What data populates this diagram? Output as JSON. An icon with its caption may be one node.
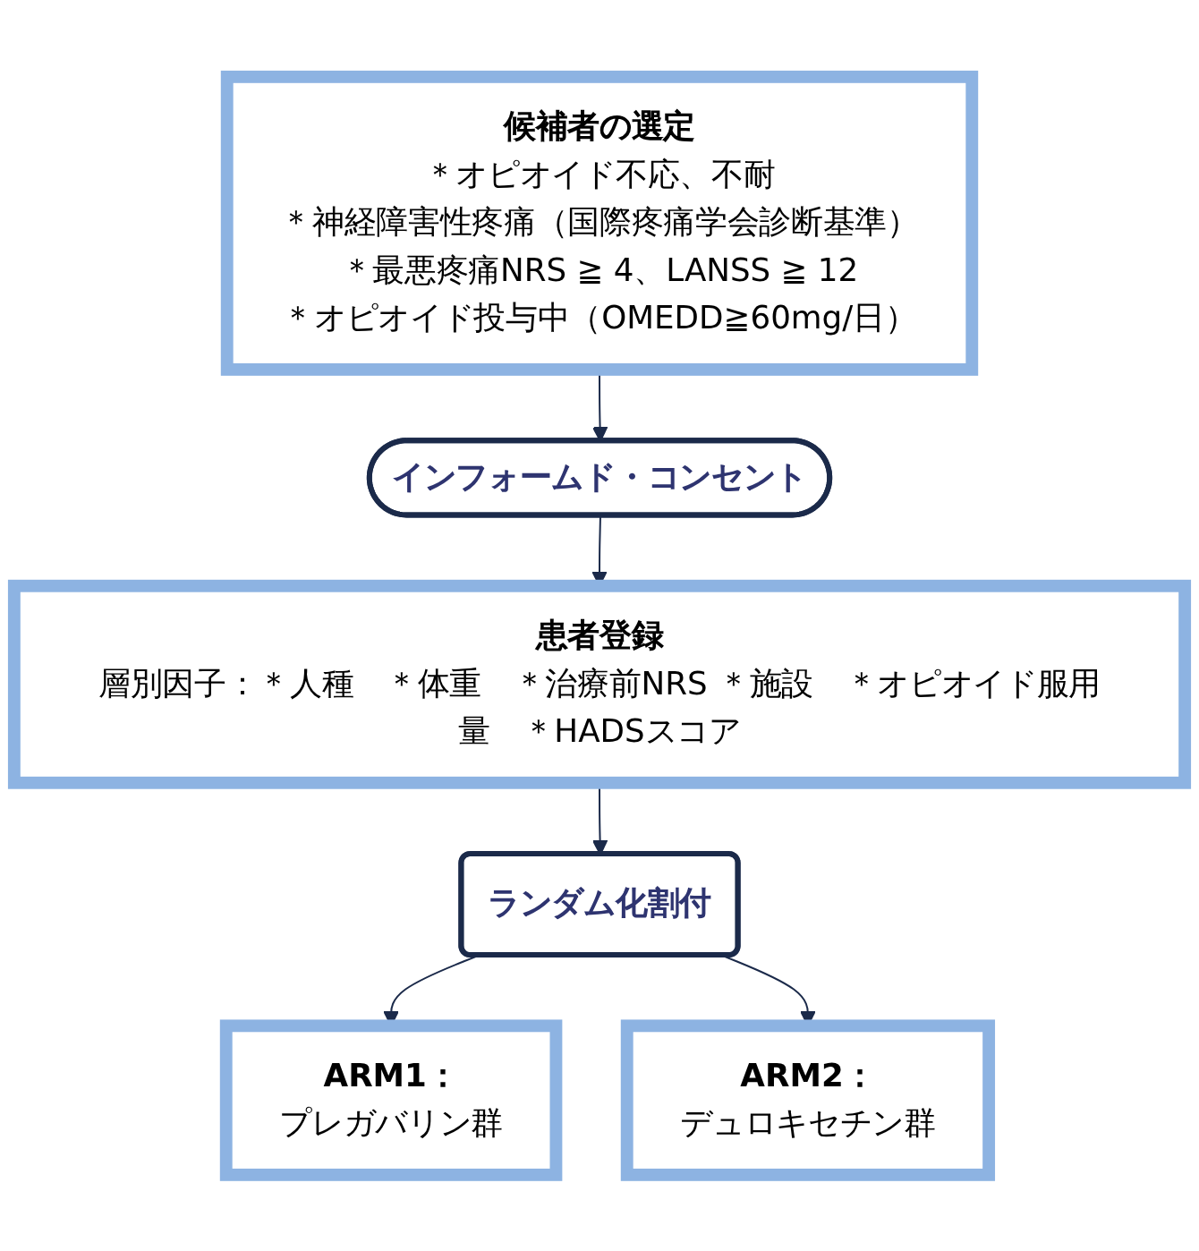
{
  "diagram": {
    "nodes": [
      {
        "text": [
          "候補者の選定",
          "＊オピオイド不応、不耐",
          "＊神経障害性疼痛（国際疼痛学会診断基準）",
          "＊最悪疼痛NRS ≧ 4、LANSS ≧ 12",
          "＊オピオイド投与中（OMEDD≧60mg/日）"
        ]
      },
      {
        "text": [
          "インフォームド・コンセント"
        ]
      },
      {
        "text": [
          "患者登録",
          "層別因子：＊人種　＊体重　＊治療前NRS ＊施設　＊オピオイド服用量　＊HADSスコア"
        ]
      },
      {
        "text": [
          "ランダム化割付"
        ]
      },
      {
        "text": [
          "ARM1：",
          "プレガバリン群"
        ]
      },
      {
        "text": [
          "ARM2：",
          "デュロキセチン群"
        ]
      }
    ],
    "edges": [
      {
        "from": 0,
        "to": 1,
        "arrow": "to"
      },
      {
        "from": 1,
        "to": 2,
        "arrow": "to"
      },
      {
        "from": 2,
        "to": 3,
        "arrow": "to"
      },
      {
        "from": 3,
        "to": 4,
        "arrow": "to"
      },
      {
        "from": 3,
        "to": 5,
        "arrow": "to"
      }
    ]
  }
}
